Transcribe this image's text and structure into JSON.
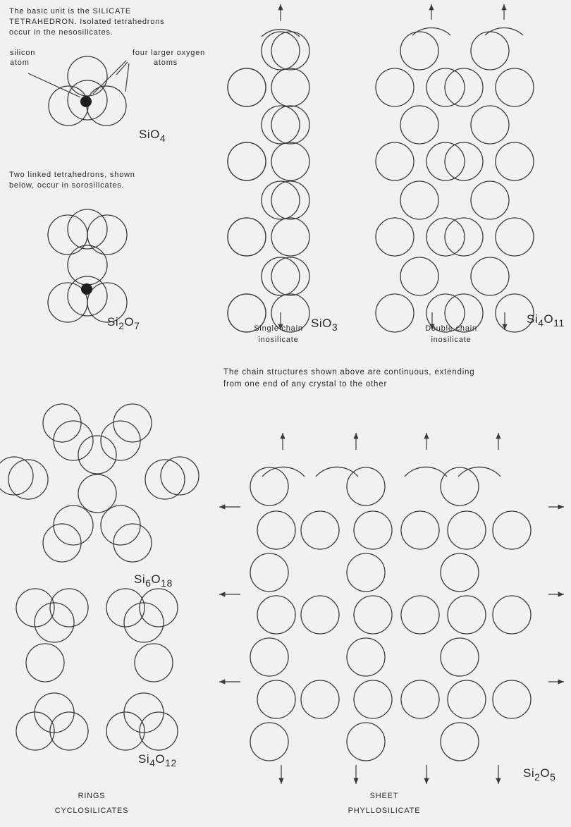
{
  "tetrahedron": {
    "caption": [
      "The basic unit is the SILICATE",
      "TETRAHEDRON. Isolated tetrahedrons",
      "occur in the nesosilicates."
    ],
    "silicon_label": [
      "silicon",
      "atom"
    ],
    "oxygen_label": [
      "four larger oxygen",
      "atoms"
    ],
    "formula": {
      "el1": "Si",
      "el2": "O",
      "n2": "4"
    }
  },
  "sorosilicate": {
    "caption": [
      "Two linked tetrahedrons, shown",
      "below, occur in sorosilicates."
    ],
    "formula": {
      "el1": "Si",
      "n1": "2",
      "el2": "O",
      "n2": "7"
    }
  },
  "single_chain": {
    "caption": [
      "Single chain",
      "inosilicate"
    ],
    "formula": {
      "el1": "Si",
      "el2": "O",
      "n2": "3"
    }
  },
  "double_chain": {
    "caption": [
      "Double chain",
      "inosilicate"
    ],
    "formula": {
      "el1": "Si",
      "n1": "4",
      "el2": "O",
      "n2": "11"
    }
  },
  "chain_note": [
    "The chain structures shown above are continuous, extending",
    "from one end of any crystal to the other"
  ],
  "ring6": {
    "formula": {
      "el1": "Si",
      "n1": "6",
      "el2": "O",
      "n2": "18"
    }
  },
  "ring4": {
    "formula": {
      "el1": "Si",
      "n1": "4",
      "el2": "O",
      "n2": "12"
    }
  },
  "rings_caption": [
    "RINGS",
    "CYCLOSILICATES"
  ],
  "sheet": {
    "caption": [
      "SHEET",
      "PHYLLOSILICATE"
    ],
    "formula": {
      "el1": "Si",
      "n1": "2",
      "el2": "O",
      "n2": "5"
    }
  },
  "colors": {
    "line": "#3a3a3a",
    "background": "#f1f1ee",
    "silicon": "#1e1e1e"
  }
}
